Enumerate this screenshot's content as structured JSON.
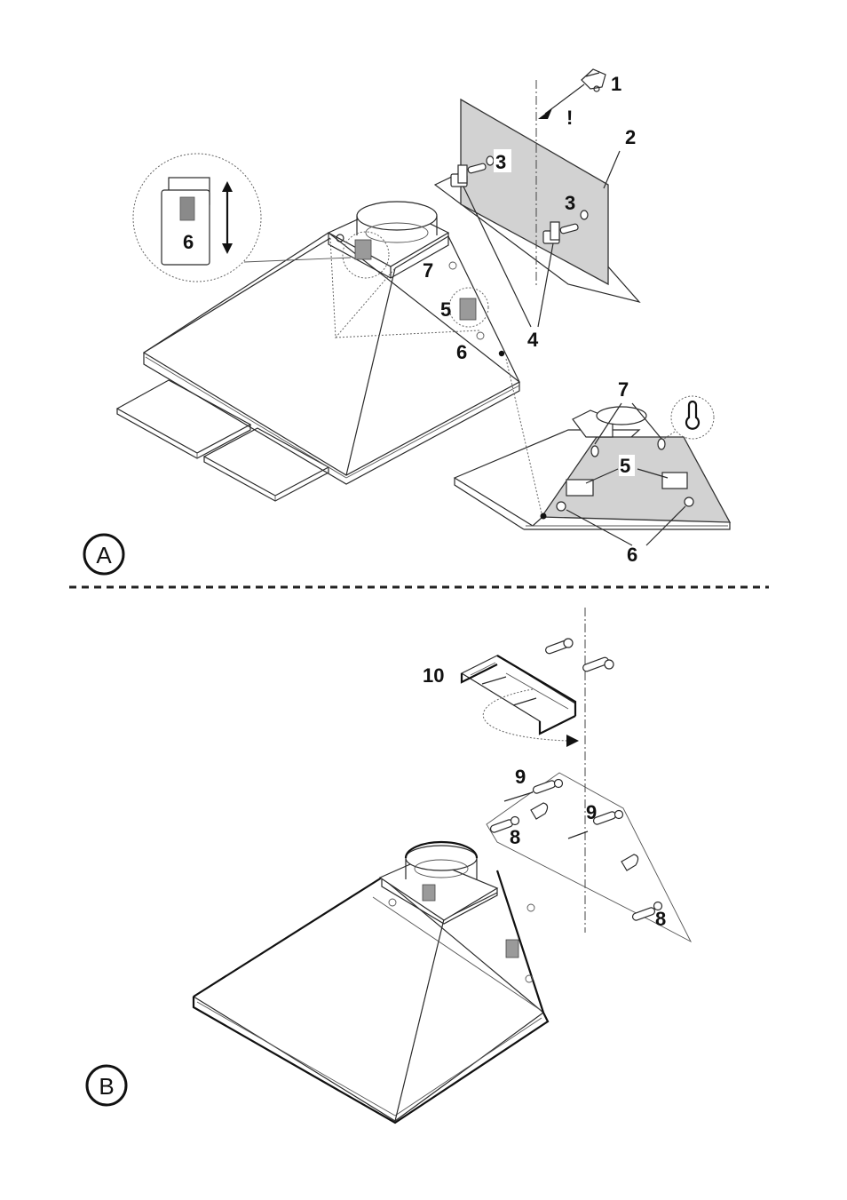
{
  "diagram": {
    "type": "range-hood-installation",
    "sections": [
      {
        "id": "A",
        "label": "A",
        "callouts": [
          "1",
          "2",
          "3",
          "3",
          "4",
          "5",
          "5",
          "6",
          "6",
          "6",
          "7",
          "7"
        ],
        "warning_mark": "!"
      },
      {
        "id": "B",
        "label": "B",
        "callouts": [
          "8",
          "8",
          "9",
          "9",
          "10"
        ]
      }
    ],
    "labels": {
      "a1": "1",
      "a2": "2",
      "a3_top": "3",
      "a3_bottom": "3",
      "a4": "4",
      "a5_side": "5",
      "a5_under": "5",
      "a6_detail": "6",
      "a6_side": "6",
      "a6_under": "6",
      "a7_side": "7",
      "a7_under": "7",
      "warning": "!",
      "b8_left": "8",
      "b8_right": "8",
      "b9_left": "9",
      "b9_right": "9",
      "b10": "10",
      "section_a": "A",
      "section_b": "B"
    }
  }
}
